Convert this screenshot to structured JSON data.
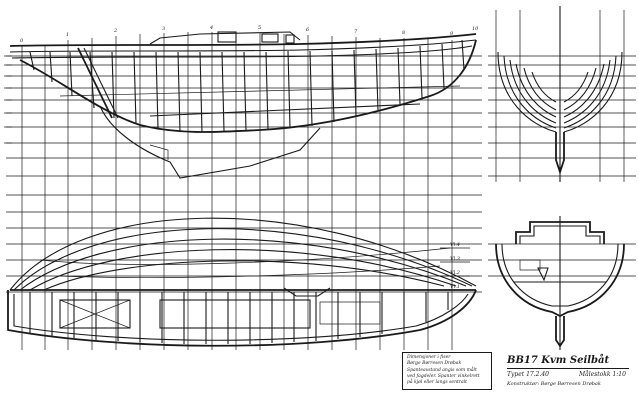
{
  "drawing": {
    "title": "BB17 Kvm Seilbåt",
    "type_line": "Typet 17.2.40",
    "scale_line": "Målestokk 1:10",
    "constructor_line": "Konstruktør: Børge Børresen  Drøbak"
  },
  "legend": {
    "lines": [
      "Dimensjoner i fiser",
      "Børge Børresen  Drøbak",
      "Spanteavstand angis som målt",
      "ved fagdeler. Spanter vinkelrett",
      "på kjøl eller langs sentralt"
    ]
  },
  "waterline_labels": [
    "Vl.4",
    "Vl.3",
    "Vl.2",
    "Vl.1"
  ],
  "station_numbers": [
    "0",
    "1",
    "2",
    "3",
    "4",
    "5",
    "6",
    "7",
    "8",
    "9",
    "10"
  ]
}
